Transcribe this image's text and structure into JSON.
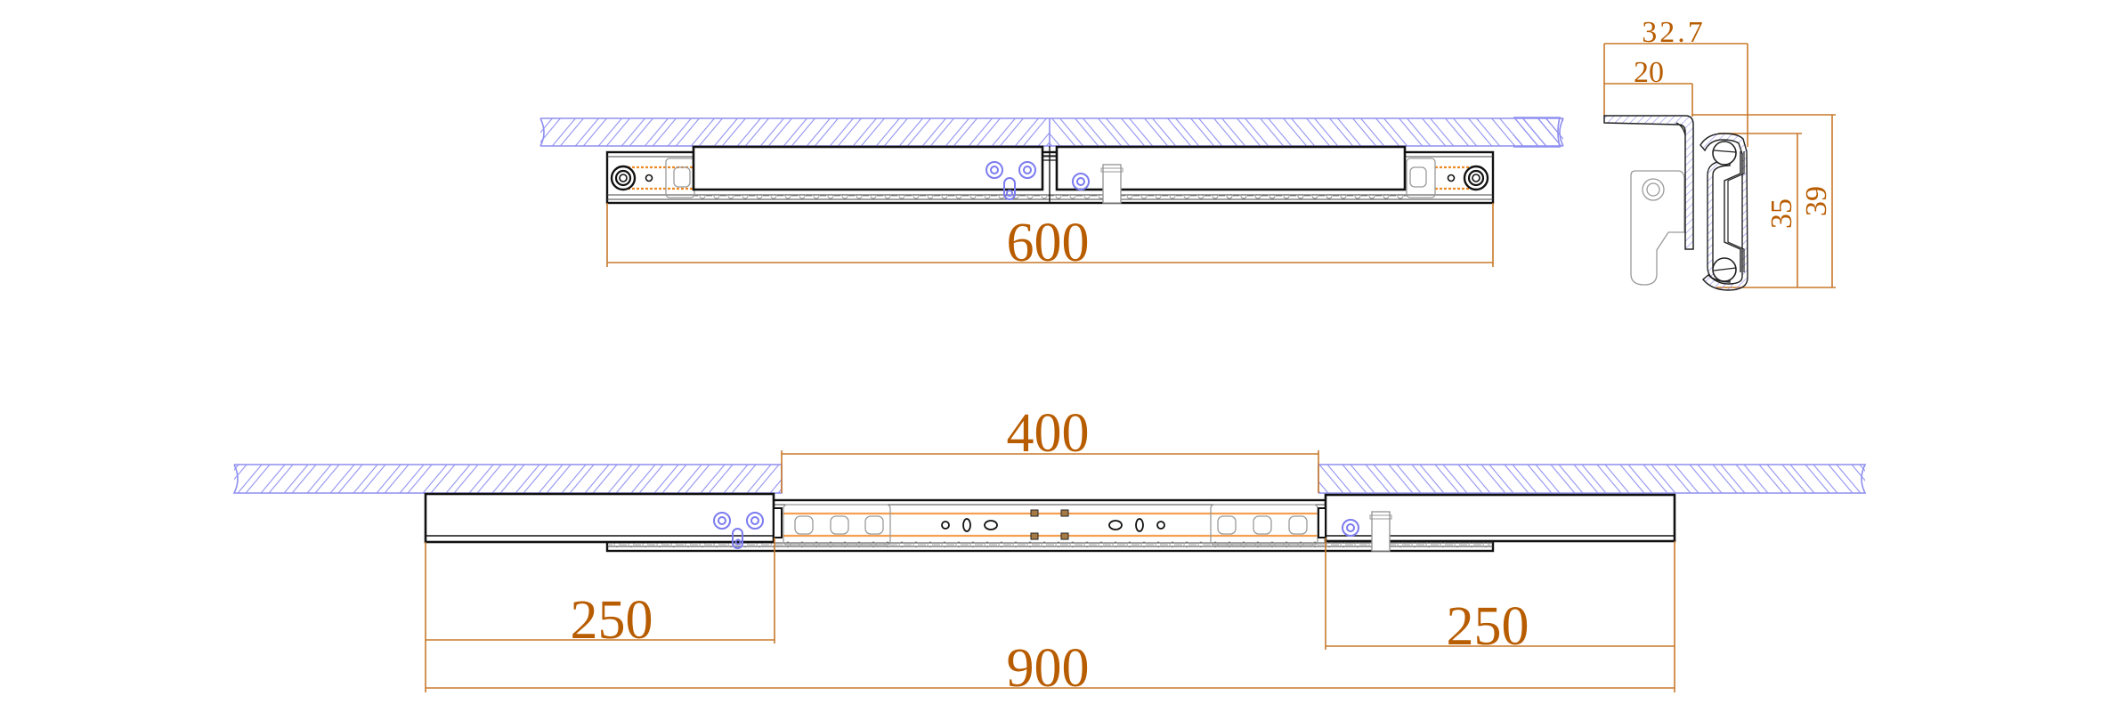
{
  "drawing": {
    "title": "Ball-bearing drawer slide — retracted, extended and cross-section views",
    "units": "mm"
  },
  "colors": {
    "dimension": "#c8782a",
    "dimension_text": "#b85c00",
    "hatch": "#8f8ff0",
    "outline": "#111111",
    "rail_stripe": "#f5a050",
    "hardware": "#7c7cf0"
  },
  "views": {
    "closed": {
      "label": "closed-slide-view",
      "dimensions": {
        "length": "600"
      }
    },
    "extended": {
      "label": "extended-slide-view",
      "dimensions": {
        "middle_span": "400",
        "left_overhang": "250",
        "right_overhang": "250",
        "total_length": "900"
      }
    },
    "cross_section": {
      "label": "slide-profile-section",
      "dimensions": {
        "overall_width": "32.7",
        "flange_width": "20",
        "rail_height": "35",
        "overall_height": "39"
      }
    }
  }
}
